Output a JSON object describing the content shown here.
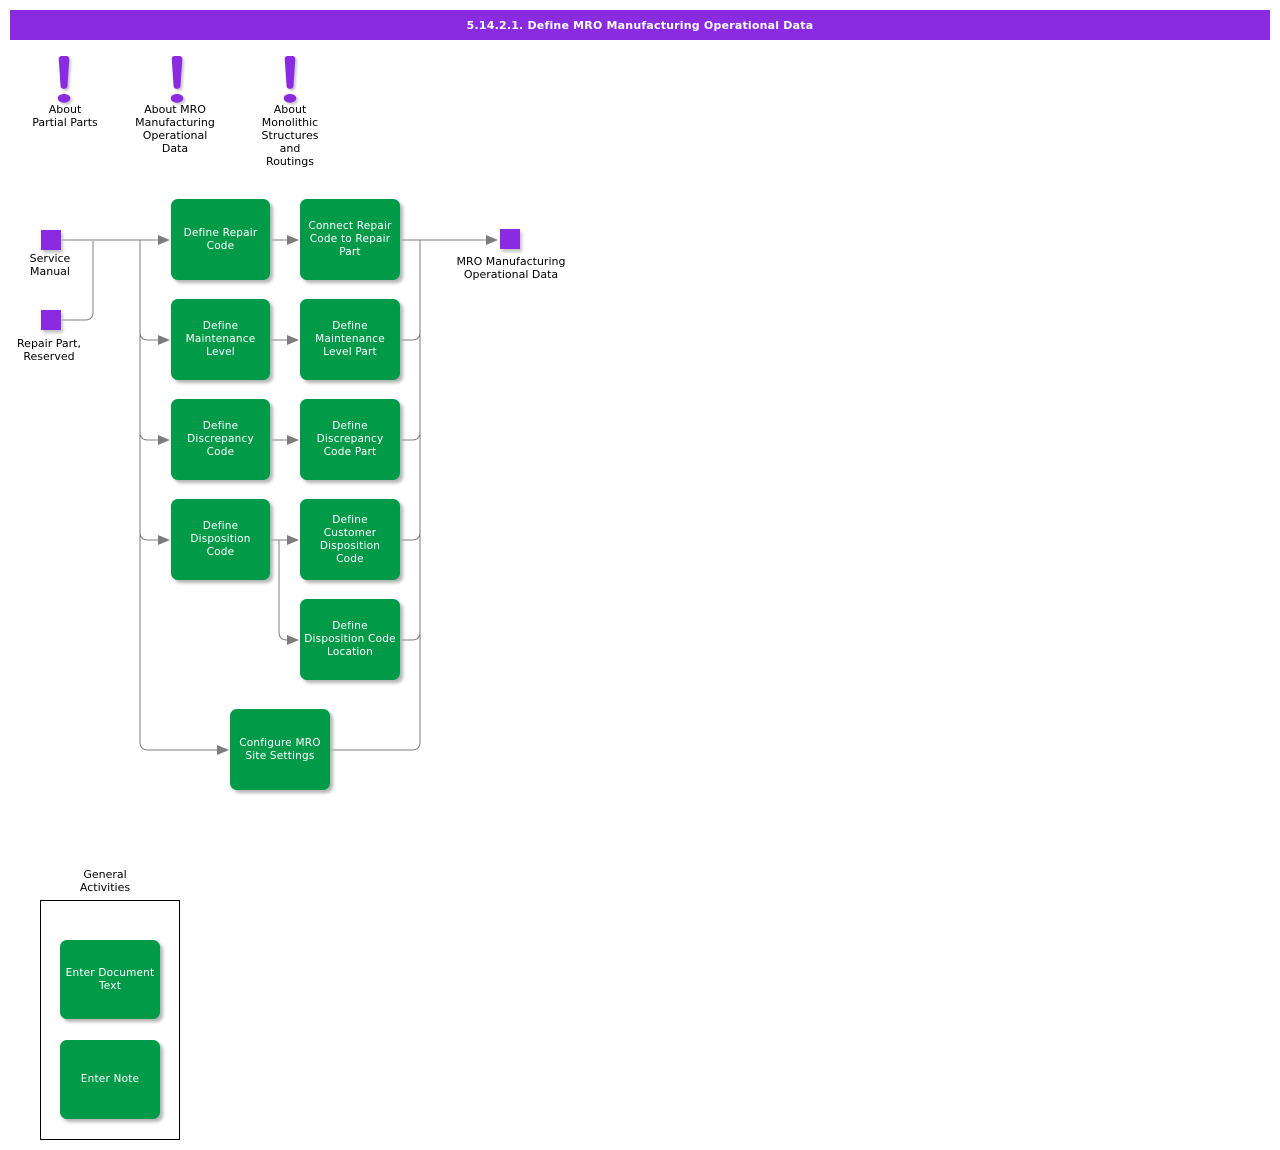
{
  "header": {
    "title": "5.14.2.1. Define MRO Manufacturing Operational Data"
  },
  "colors": {
    "purple": "#8A2BE2",
    "green": "#009A49",
    "line": "#7d7d7d"
  },
  "info_icons": [
    {
      "label": "About\nPartial Parts"
    },
    {
      "label": "About MRO\nManufacturing\nOperational\nData"
    },
    {
      "label": "About\nMonolithic\nStructures\nand\nRoutings"
    }
  ],
  "flow": {
    "nodes": {
      "service_manual": "Service\nManual",
      "repair_part_reserved": "Repair Part,\nReserved",
      "mro_operational_data": "MRO Manufacturing\nOperational Data"
    },
    "tasks": {
      "define_repair_code": "Define Repair\nCode",
      "connect_repair_code_to_repair_part": "Connect Repair\nCode to Repair\nPart",
      "define_maintenance_level": "Define\nMaintenance\nLevel",
      "define_maintenance_level_part": "Define\nMaintenance\nLevel Part",
      "define_discrepancy_code": "Define\nDiscrepancy\nCode",
      "define_discrepancy_code_part": "Define\nDiscrepancy\nCode Part",
      "define_disposition_code": "Define\nDisposition\nCode",
      "define_customer_disposition_code": "Define\nCustomer\nDisposition\nCode",
      "define_disposition_code_location": "Define\nDisposition Code\nLocation",
      "configure_mro_site_settings": "Configure MRO\nSite Settings"
    }
  },
  "general_activities": {
    "label": "General\nActivities",
    "enter_document_text": "Enter Document\nText",
    "enter_note": "Enter Note"
  }
}
